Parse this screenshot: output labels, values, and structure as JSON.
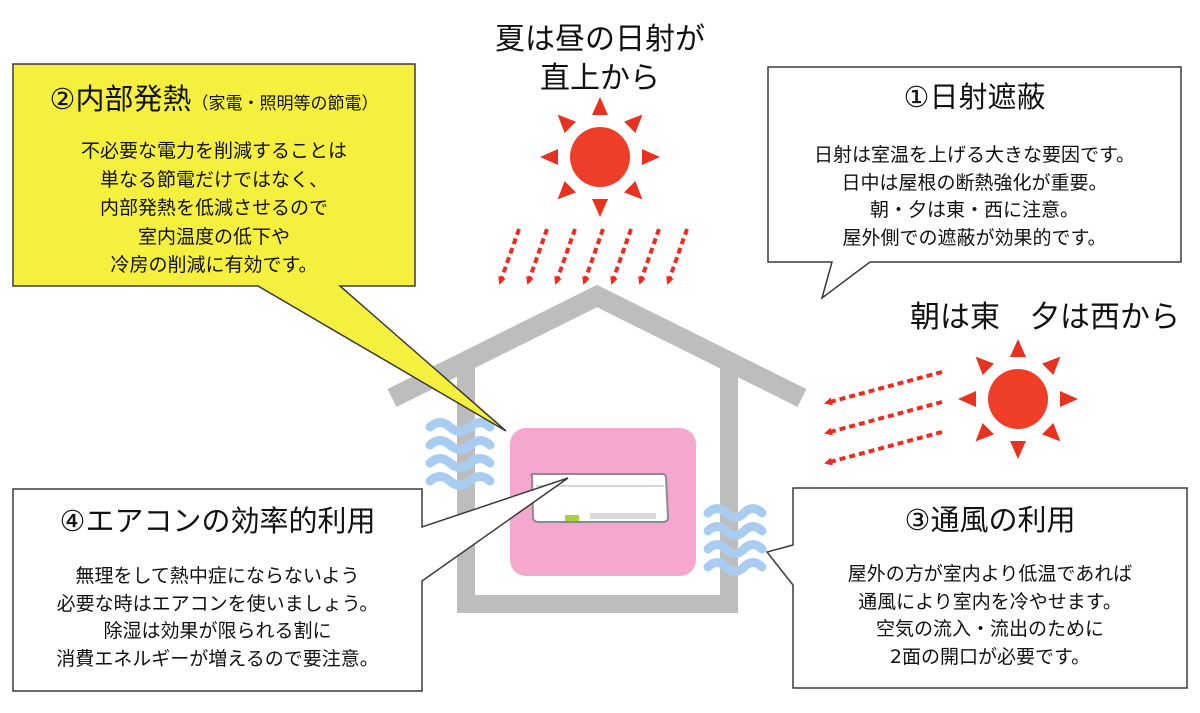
{
  "top_labels": {
    "summer_sun": "夏は昼の日射が\n直上から",
    "morning_evening_sun": "朝は東　夕は西から"
  },
  "callouts": [
    {
      "number": "①",
      "title": "日射遮蔽",
      "body": "日射は室温を上げる大きな要因です。\n日中は屋根の断熱強化が重要。\n朝・夕は東・西に注意。\n屋外側での遮蔽が効果的です。"
    },
    {
      "number": "②",
      "title": "内部発熱",
      "subtitle": "（家電・照明等の節電）",
      "body": "不必要な電力を削減することは\n単なる節電だけではなく、\n内部発熱を低減させるので\n室内温度の低下や\n冷房の削減に有効です。"
    },
    {
      "number": "③",
      "title": "通風の利用",
      "body": "屋外の方が室内より低温であれば\n通風により室内を冷やせます。\n空気の流入・流出のために\n2面の開口が必要です。"
    },
    {
      "number": "④",
      "title": "エアコンの効率的利用",
      "body": "無理をして熱中症にならないよう\n必要な時はエアコンを使いましょう。\n除湿は効果が限られる割に\n消費エネルギーが増えるので要注意。"
    }
  ],
  "icons": [
    "sun-icon",
    "sun-icon",
    "house-icon",
    "air-conditioner-icon",
    "wind-wave-icon",
    "sunlight-arrow-icon"
  ],
  "colors": {
    "callout_highlight": "#f5f03d",
    "room": "#f5a7cf",
    "sun": "#ef3e28",
    "sun_rays": "#e8321f",
    "arrows": "#ee2b1d",
    "house": "#bdbdbd",
    "wind": "#a9cdf0",
    "ac_indicator": "#a7d23f"
  }
}
